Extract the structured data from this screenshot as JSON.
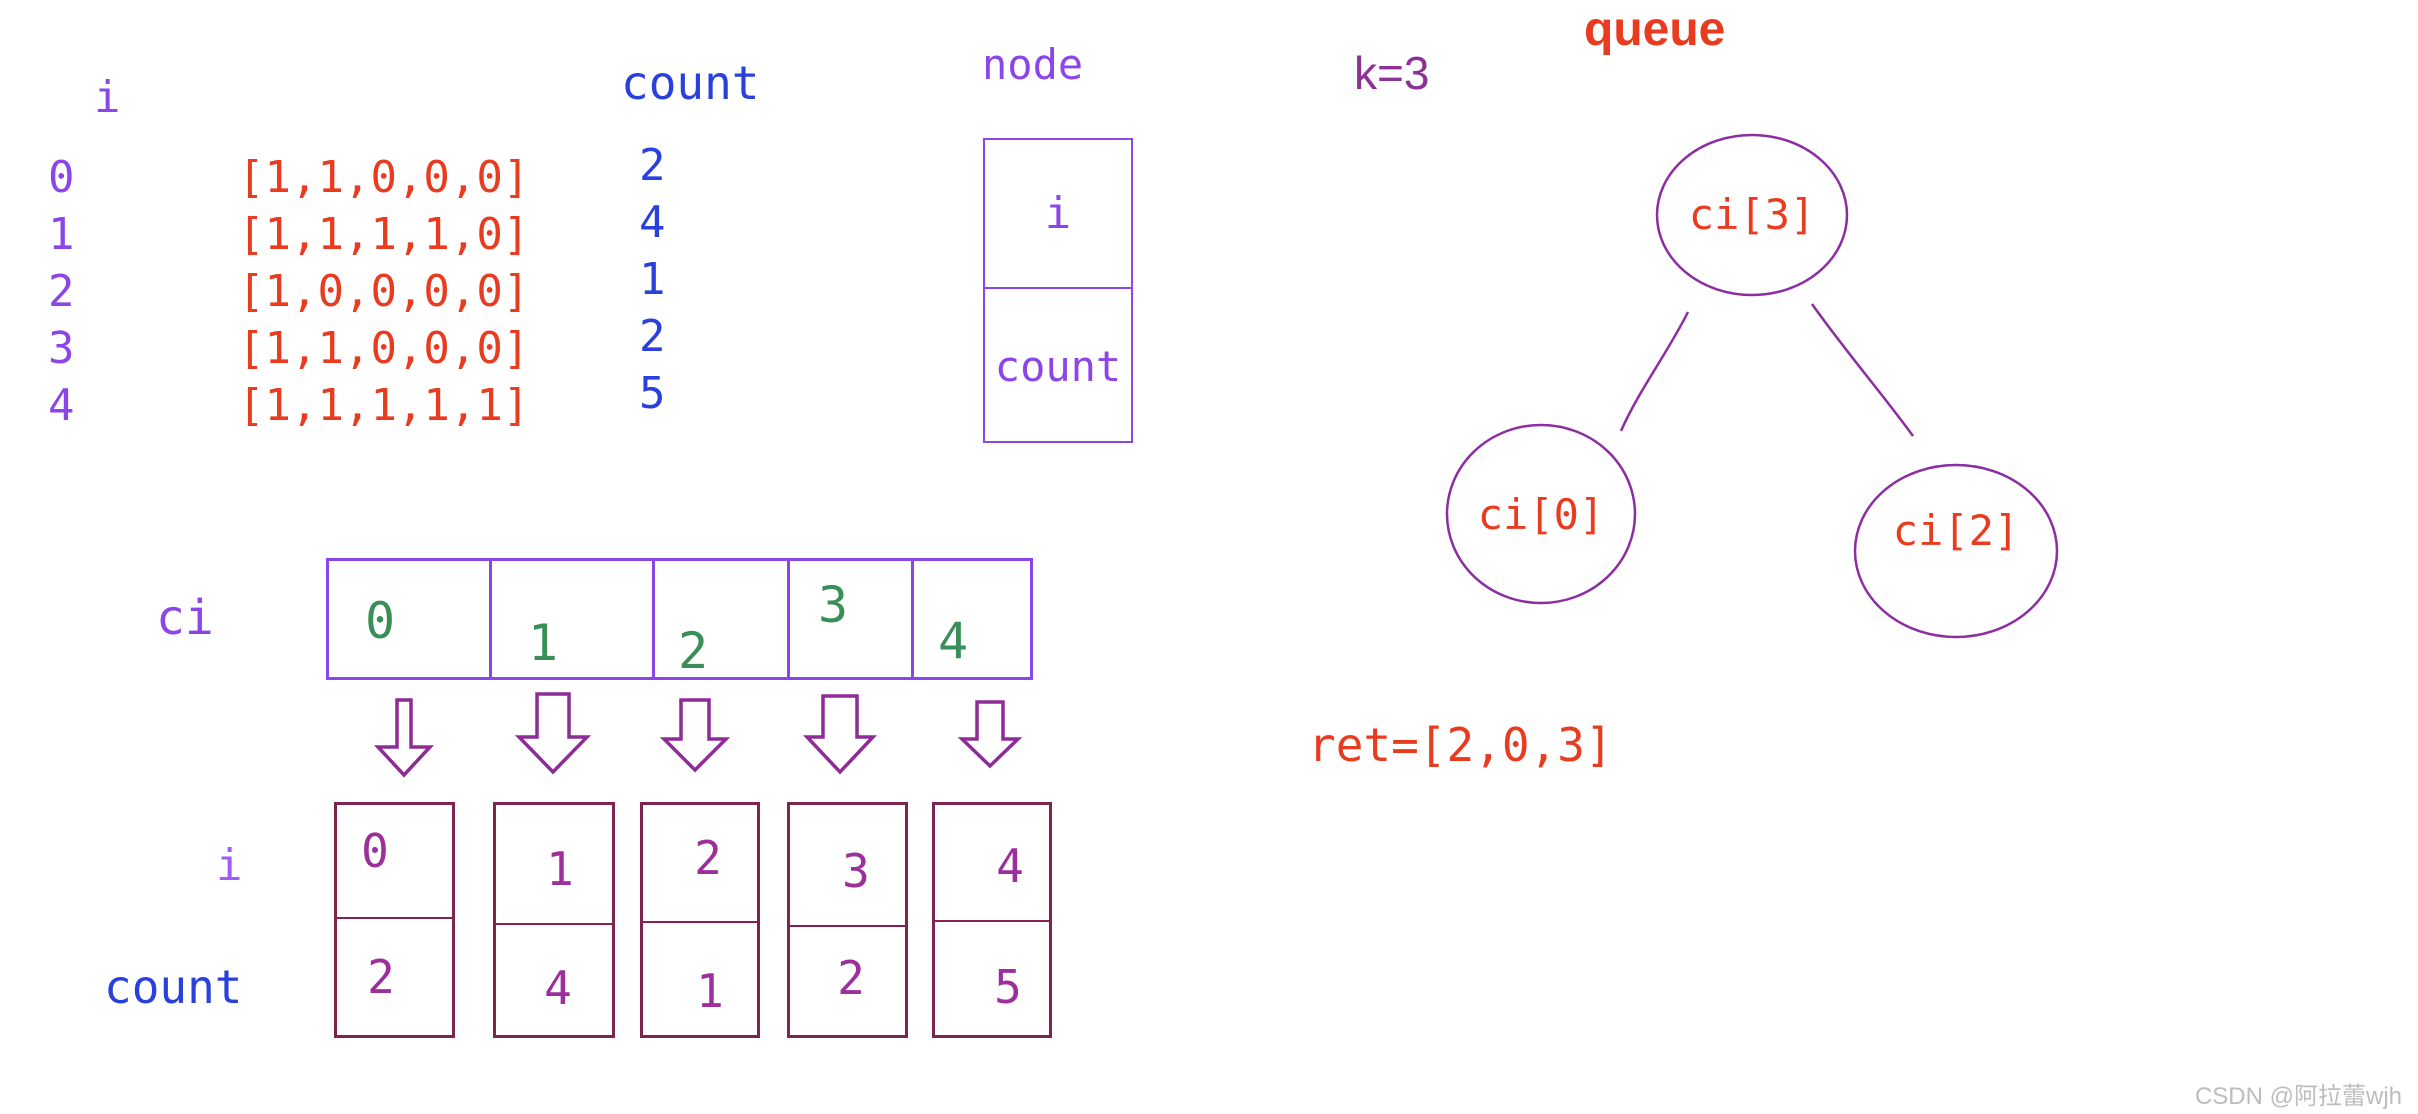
{
  "colors": {
    "purple": "#8b45e8",
    "light_purple": "#a05af5",
    "red": "#e93b1f",
    "blue": "#2940dd",
    "green": "#3a8e58",
    "magenta_digit": "#9c2f9c",
    "maroon_border": "#7d2451",
    "k_purple": "#8d3194",
    "tree_stroke": "#8c2da2",
    "watermark_gray": "#bdbdbd"
  },
  "count_table": {
    "i_header": "i",
    "count_header": "count",
    "rows": [
      {
        "i": "0",
        "array": "[1,1,0,0,0]",
        "count": "2"
      },
      {
        "i": "1",
        "array": "[1,1,1,1,0]",
        "count": "4"
      },
      {
        "i": "2",
        "array": "[1,0,0,0,0]",
        "count": "1"
      },
      {
        "i": "3",
        "array": "[1,1,0,0,0]",
        "count": "2"
      },
      {
        "i": "4",
        "array": "[1,1,1,1,1]",
        "count": "5"
      }
    ]
  },
  "node_struct": {
    "title": "node",
    "field_top": "i",
    "field_bottom": "count"
  },
  "heap": {
    "k_label": "k=3",
    "title": "queue",
    "root": "ci[3]",
    "left_child": "ci[0]",
    "right_child": "ci[2]"
  },
  "ret_label": "ret=[2,0,3]",
  "ci_array": {
    "label": "ci",
    "cells": [
      "0",
      "1",
      "2",
      "3",
      "4"
    ]
  },
  "node_row": {
    "i_label": "i",
    "count_label": "count",
    "nodes": [
      {
        "i": "0",
        "count": "2"
      },
      {
        "i": "1",
        "count": "4"
      },
      {
        "i": "2",
        "count": "1"
      },
      {
        "i": "3",
        "count": "2"
      },
      {
        "i": "4",
        "count": "5"
      }
    ]
  },
  "watermark": "CSDN @阿拉蕾wjh"
}
